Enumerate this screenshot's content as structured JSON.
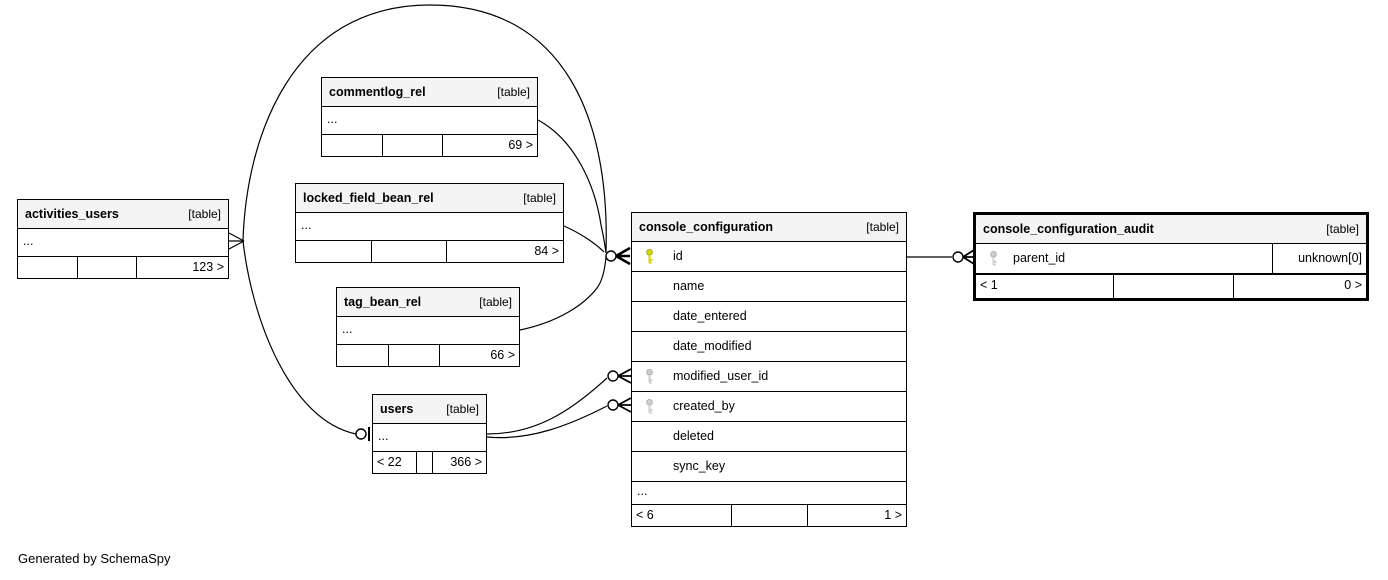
{
  "colors": {
    "header_bg": "#f4f4f4",
    "line": "#000000",
    "primary_key_icon": "#d8d800",
    "primary_key_outline": "#a0a000",
    "foreign_key_icon": "#cfcfcf",
    "foreign_key_outline": "#ababab"
  },
  "footer_note": "Generated by SchemaSpy",
  "tables": {
    "activities_users": {
      "title": "activities_users",
      "tag": "[table]",
      "ellipsis": "...",
      "footer": {
        "left": "",
        "mid": "",
        "right": "123 >"
      }
    },
    "commentlog_rel": {
      "title": "commentlog_rel",
      "tag": "[table]",
      "ellipsis": "...",
      "footer": {
        "left": "",
        "mid": "",
        "right": "69 >"
      }
    },
    "locked_field_bean_rel": {
      "title": "locked_field_bean_rel",
      "tag": "[table]",
      "ellipsis": "...",
      "footer": {
        "left": "",
        "mid": "",
        "right": "84 >"
      }
    },
    "tag_bean_rel": {
      "title": "tag_bean_rel",
      "tag": "[table]",
      "ellipsis": "...",
      "footer": {
        "left": "",
        "mid": "",
        "right": "66 >"
      }
    },
    "users": {
      "title": "users",
      "tag": "[table]",
      "ellipsis": "...",
      "footer": {
        "left": "< 22",
        "mid": "",
        "right": "366 >"
      }
    },
    "console_configuration": {
      "title": "console_configuration",
      "tag": "[table]",
      "columns": [
        {
          "name": "id",
          "key": "primary"
        },
        {
          "name": "name",
          "key": ""
        },
        {
          "name": "date_entered",
          "key": ""
        },
        {
          "name": "date_modified",
          "key": ""
        },
        {
          "name": "modified_user_id",
          "key": "foreign"
        },
        {
          "name": "created_by",
          "key": "foreign"
        },
        {
          "name": "deleted",
          "key": ""
        },
        {
          "name": "sync_key",
          "key": ""
        }
      ],
      "ellipsis": "...",
      "footer": {
        "left": "< 6",
        "mid": "",
        "right": "1 >"
      }
    },
    "console_configuration_audit": {
      "title": "console_configuration_audit",
      "tag": "[table]",
      "columns": [
        {
          "name": "parent_id",
          "key": "foreign",
          "type": "unknown[0]"
        }
      ],
      "footer": {
        "left": "< 1",
        "mid": "",
        "right": "0 >"
      }
    }
  }
}
